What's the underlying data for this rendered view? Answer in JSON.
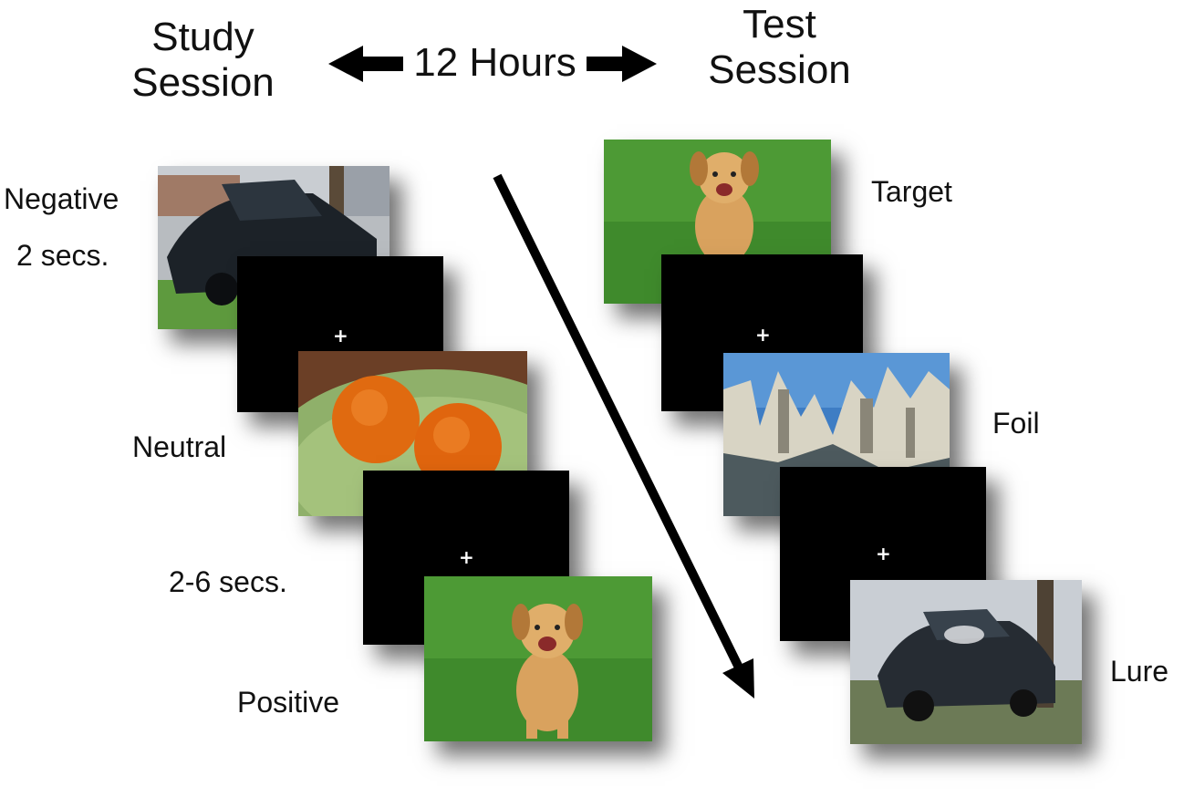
{
  "header": {
    "study_line1": "Study",
    "study_line2": "Session",
    "interval": "12 Hours",
    "test_line1": "Test",
    "test_line2": "Session"
  },
  "study": {
    "negative_label": "Negative",
    "negative_duration": "2 secs.",
    "neutral_label": "Neutral",
    "iti_label": "2-6 secs.",
    "positive_label": "Positive",
    "fixation_symbol": "+"
  },
  "test": {
    "target_label": "Target",
    "foil_label": "Foil",
    "lure_label": "Lure",
    "fixation_symbol": "+"
  },
  "icons": [
    "double-arrow-left-icon",
    "double-arrow-right-icon",
    "time-flow-arrow-icon"
  ],
  "colors": {
    "fixation_bg": "#000000",
    "text": "#111111",
    "arrow": "#000000"
  }
}
